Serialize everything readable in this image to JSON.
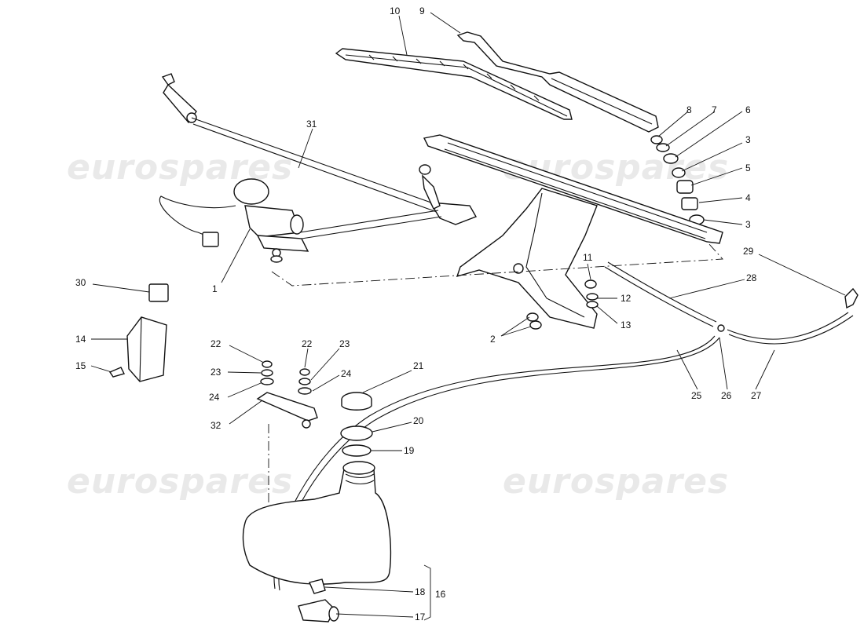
{
  "watermark": {
    "text": "eurospares"
  },
  "callouts": [
    {
      "id": "c1",
      "label": "1"
    },
    {
      "id": "c2",
      "label": "2"
    },
    {
      "id": "c3a",
      "label": "3"
    },
    {
      "id": "c3b",
      "label": "3"
    },
    {
      "id": "c4",
      "label": "4"
    },
    {
      "id": "c5",
      "label": "5"
    },
    {
      "id": "c6",
      "label": "6"
    },
    {
      "id": "c7",
      "label": "7"
    },
    {
      "id": "c8",
      "label": "8"
    },
    {
      "id": "c9",
      "label": "9"
    },
    {
      "id": "c10",
      "label": "10"
    },
    {
      "id": "c11",
      "label": "11"
    },
    {
      "id": "c12",
      "label": "12"
    },
    {
      "id": "c13",
      "label": "13"
    },
    {
      "id": "c14",
      "label": "14"
    },
    {
      "id": "c15",
      "label": "15"
    },
    {
      "id": "c16",
      "label": "16"
    },
    {
      "id": "c17",
      "label": "17"
    },
    {
      "id": "c18",
      "label": "18"
    },
    {
      "id": "c19",
      "label": "19"
    },
    {
      "id": "c20",
      "label": "20"
    },
    {
      "id": "c21",
      "label": "21"
    },
    {
      "id": "c22a",
      "label": "22"
    },
    {
      "id": "c22b",
      "label": "22"
    },
    {
      "id": "c23a",
      "label": "23"
    },
    {
      "id": "c23b",
      "label": "23"
    },
    {
      "id": "c24a",
      "label": "24"
    },
    {
      "id": "c24b",
      "label": "24"
    },
    {
      "id": "c25",
      "label": "25"
    },
    {
      "id": "c26",
      "label": "26"
    },
    {
      "id": "c27",
      "label": "27"
    },
    {
      "id": "c28",
      "label": "28"
    },
    {
      "id": "c29",
      "label": "29"
    },
    {
      "id": "c30",
      "label": "30"
    },
    {
      "id": "c31",
      "label": "31"
    },
    {
      "id": "c32",
      "label": "32"
    }
  ]
}
